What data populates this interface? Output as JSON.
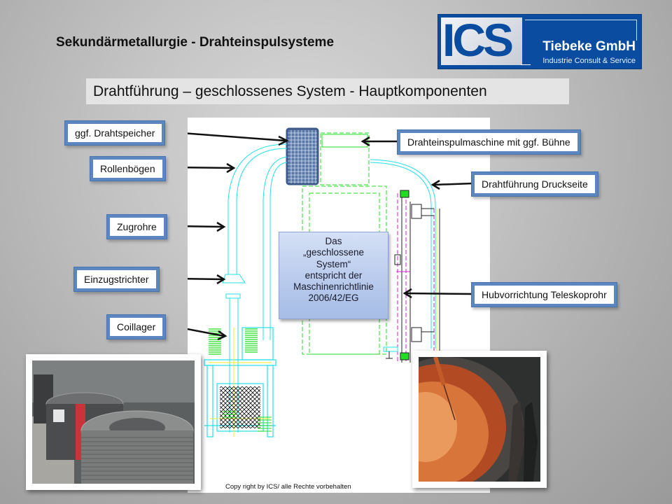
{
  "slide": {
    "title": "Sekundärmetallurgie - Drahteinspulsysteme",
    "subtitle": "Drahtführung – geschlossenes System - Hauptkomponenten",
    "copyright": "Copy right by ICS/  alle Rechte vorbehalten"
  },
  "logo": {
    "mark": "ICS",
    "company": "Tiebeke GmbH",
    "tagline": "Industrie Consult & Service",
    "brand_color": "#0a4da0"
  },
  "labels_left": [
    {
      "text": "ggf. Drahtspeicher"
    },
    {
      "text": "Rollenbögen"
    },
    {
      "text": "Zugrohre"
    },
    {
      "text": "Einzugstrichter"
    },
    {
      "text": "Coillager"
    }
  ],
  "labels_right": [
    {
      "text": "Drahteinspulmaschine  mit ggf. Bühne"
    },
    {
      "text": "Drahtführung  Druckseite"
    },
    {
      "text": "Hubvorrichtung  Teleskoprohr"
    }
  ],
  "note": {
    "lines": [
      "Das",
      "„geschlossene",
      "System“",
      "entspricht der",
      "Maschinenrichtlinie",
      "2006/42/EG"
    ]
  },
  "photos": [
    {
      "subject": "wire-coils-photo"
    },
    {
      "subject": "molten-steel-ladle-photo"
    }
  ],
  "colors": {
    "label_border": "#4a74b0",
    "cad_cyan": "#22e0e8",
    "cad_green": "#22dd22",
    "cad_yellow": "#eeee22",
    "cad_magenta": "#cc22cc",
    "storage_blue": "#3d5a8a"
  }
}
